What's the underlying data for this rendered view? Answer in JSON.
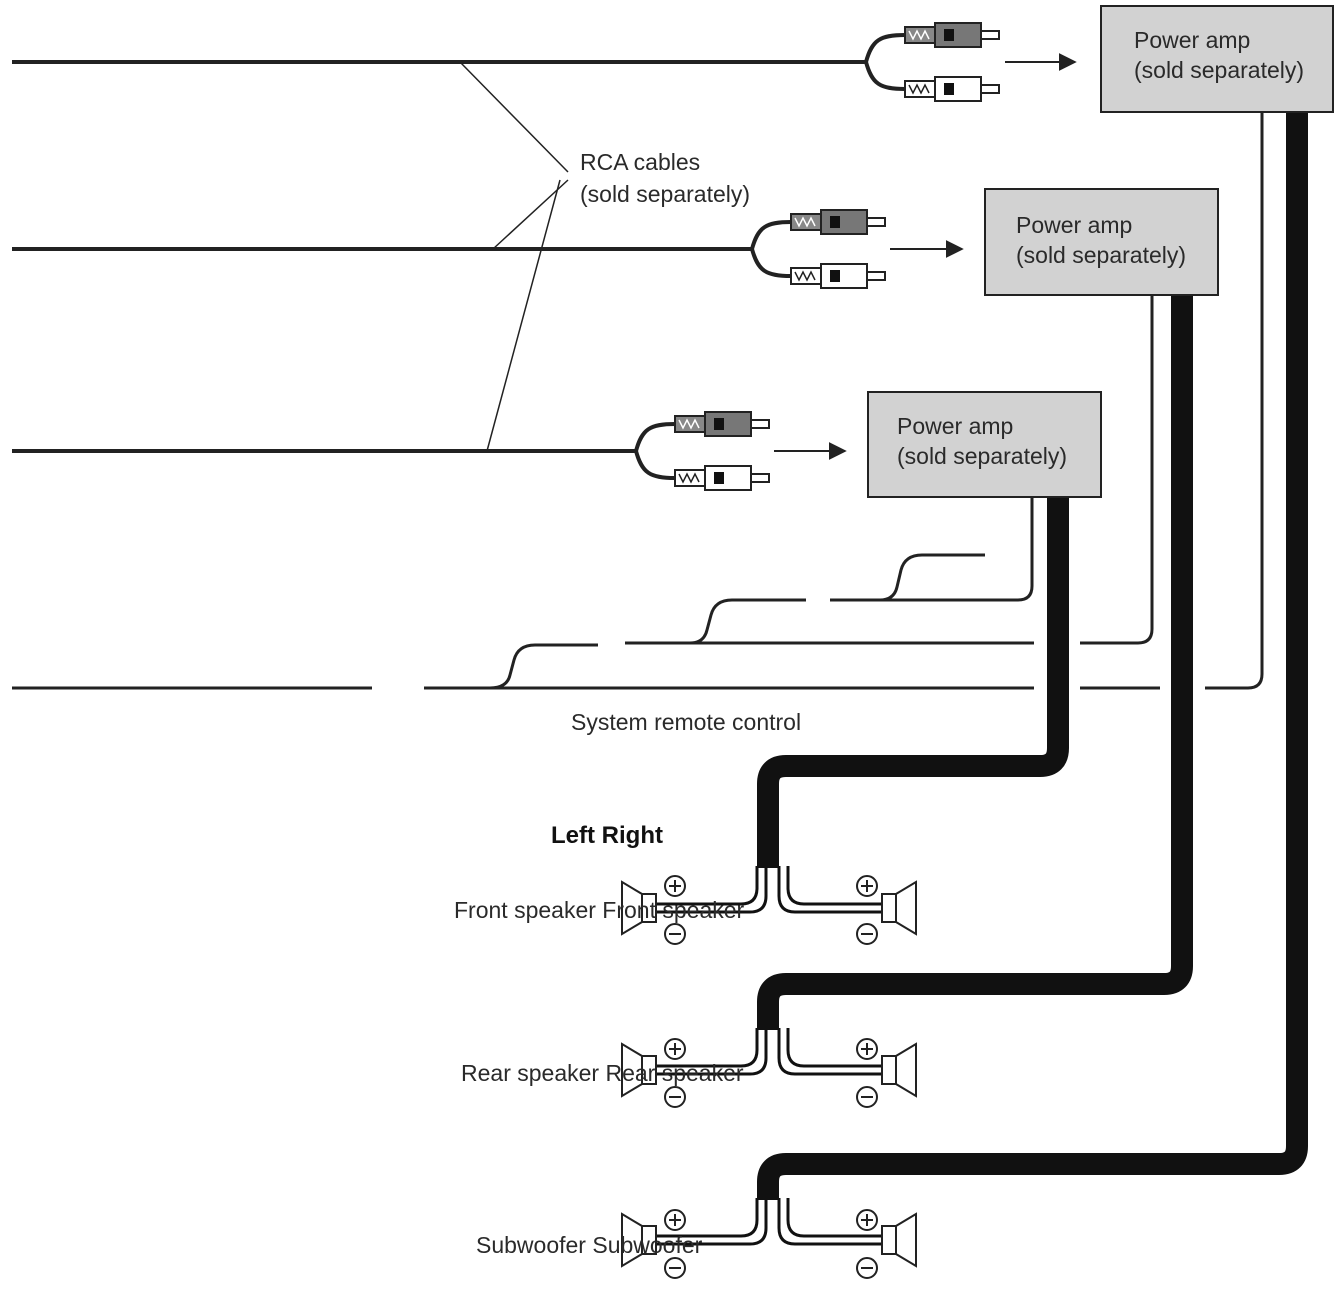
{
  "rca": {
    "label_line1": "RCA cables",
    "label_line2": "(sold separately)"
  },
  "amps": [
    {
      "line1": "Power amp",
      "line2": "(sold separately)"
    },
    {
      "line1": "Power amp",
      "line2": "(sold separately)"
    },
    {
      "line1": "Power amp",
      "line2": "(sold separately)"
    }
  ],
  "remote": {
    "label": "System remote control"
  },
  "channels": {
    "header": "Left Right"
  },
  "speakers": [
    {
      "label": "Front speaker Front speaker"
    },
    {
      "label": "Rear speaker Rear speaker"
    },
    {
      "label": "Subwoofer Subwoofer"
    }
  ],
  "colors": {
    "amp_fill": "#d2d2d2",
    "wire": "#222222",
    "plug_dark": "#777777",
    "plug_light": "#ffffff"
  }
}
